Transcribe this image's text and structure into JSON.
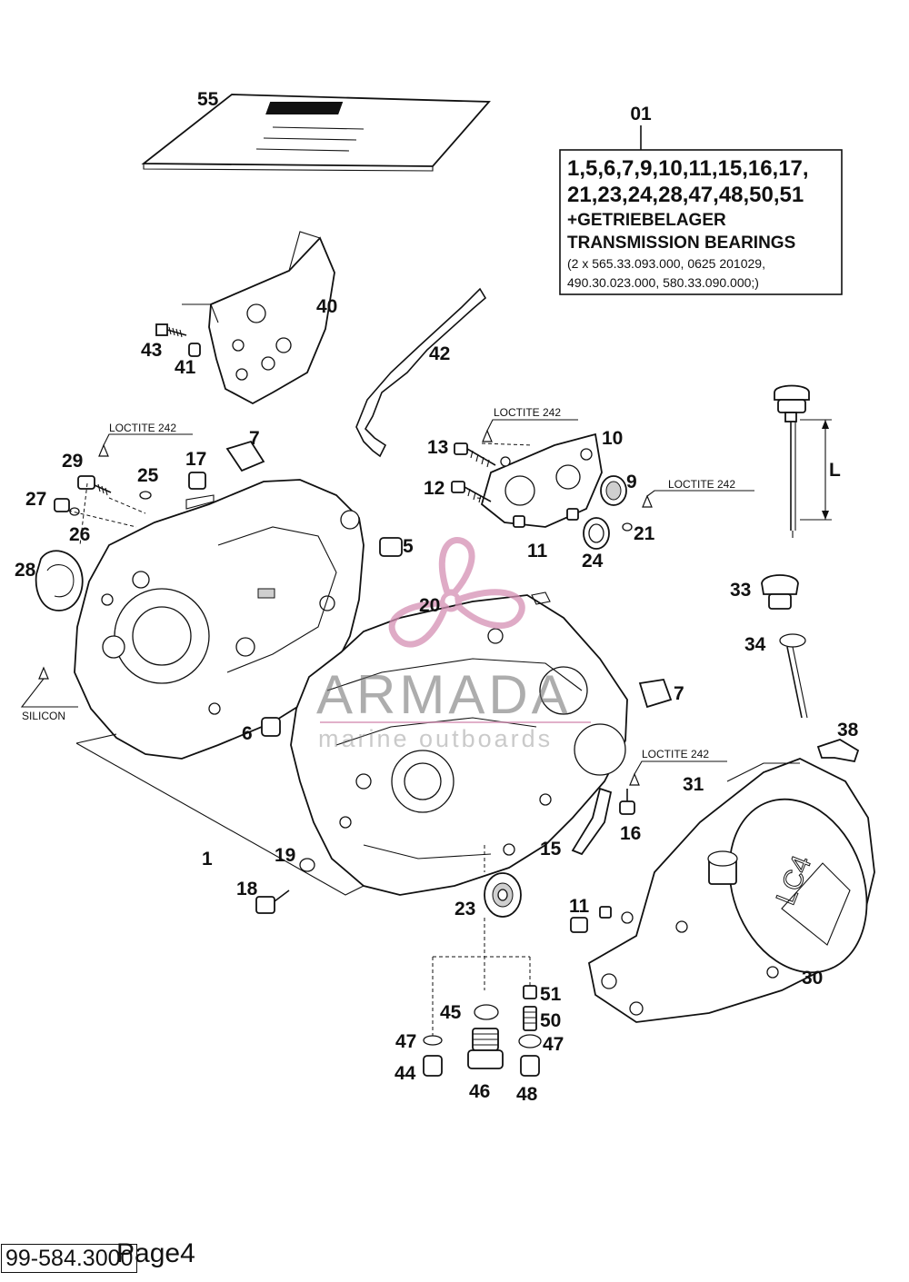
{
  "kit": {
    "number": "01",
    "lines": [
      "1,5,6,7,9,10,11,15,16,17,",
      "21,23,24,28,47,48,50,51",
      "+GETRIEBELAGER",
      "TRANSMISSION BEARINGS",
      "(2 x 565.33.093.000, 0625 201029,",
      "490.30.023.000, 580.33.090.000;)"
    ]
  },
  "notes": {
    "loctite": "LOCTITE 242",
    "silicon": "SILICON",
    "dimension": "L"
  },
  "part_numbers": [
    "55",
    "40",
    "43",
    "41",
    "42",
    "7",
    "17",
    "25",
    "29",
    "27",
    "26",
    "28",
    "13",
    "10",
    "12",
    "9",
    "21",
    "11",
    "24",
    "5",
    "20",
    "33",
    "34",
    "7",
    "6",
    "38",
    "31",
    "16",
    "15",
    "1",
    "19",
    "18",
    "23",
    "11",
    "30",
    "51",
    "45",
    "50",
    "47",
    "47",
    "44",
    "46",
    "48"
  ],
  "watermark": {
    "brand": "ARMADA",
    "tagline": "marine outboards"
  },
  "footer": {
    "code": "99-584.3000",
    "page": "Page4"
  }
}
